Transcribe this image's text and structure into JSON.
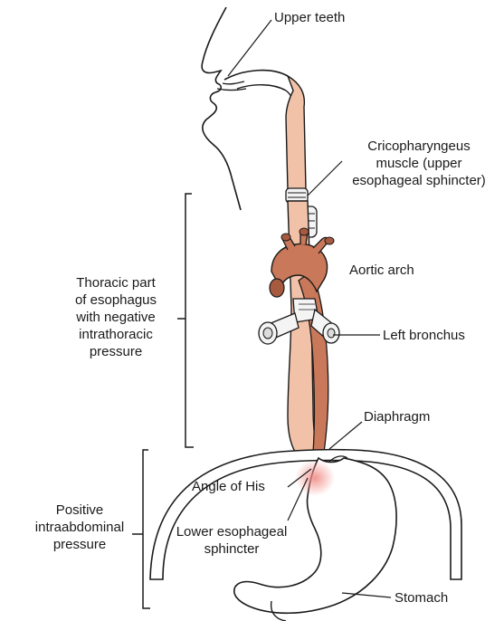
{
  "labels": {
    "upper_teeth": "Upper teeth",
    "cricopharyngeus": [
      "Cricopharyngeus",
      "muscle (upper",
      "esophageal sphincter)"
    ],
    "aortic_arch": "Aortic arch",
    "thoracic_part": [
      "Thoracic part",
      "of esophagus",
      "with negative",
      "intrathoracic",
      "pressure"
    ],
    "left_bronchus": "Left bronchus",
    "diaphragm": "Diaphragm",
    "angle_of_his": "Angle of His",
    "positive_pressure": [
      "Positive",
      "intraabdominal",
      "pressure"
    ],
    "lower_sphincter": [
      "Lower esophageal",
      "sphincter"
    ],
    "stomach": "Stomach"
  },
  "colors": {
    "esophagus": "#f2c2a8",
    "aorta": "#c9785a",
    "aorta_dark": "#a75a3f",
    "bronchus": "#f4f4f4",
    "stomach": "#ffffff",
    "highlight": "#f3a6a0",
    "line": "#1a1a1a"
  }
}
